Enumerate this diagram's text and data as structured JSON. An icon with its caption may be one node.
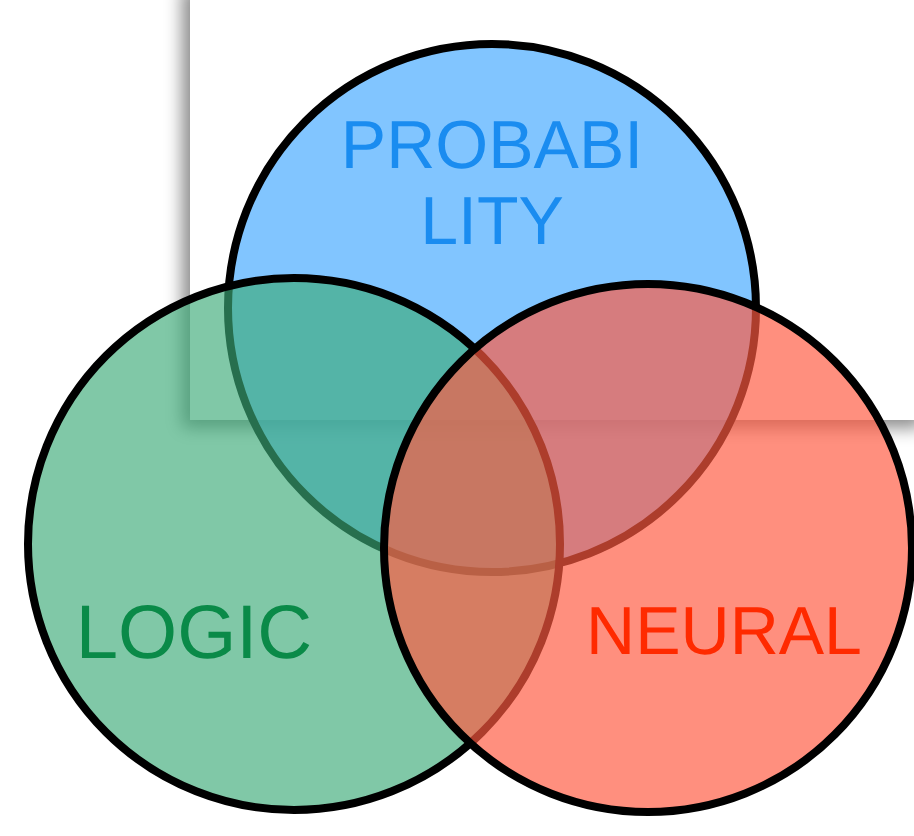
{
  "diagram": {
    "nodes": [
      {
        "text": [
          "PROBABI LITY"
        ]
      },
      {
        "text": [
          "LOGIC"
        ]
      },
      {
        "text": [
          "NEURAL"
        ]
      }
    ]
  }
}
